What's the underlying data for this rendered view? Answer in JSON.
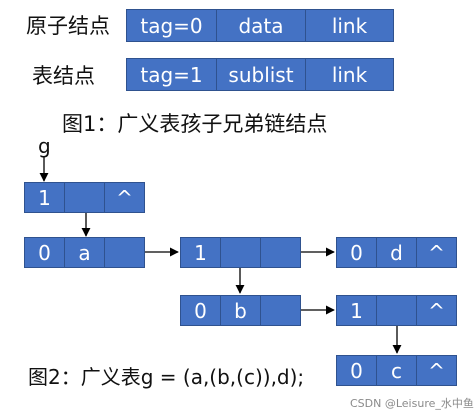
{
  "legend": {
    "atom_label": "原子结点",
    "atom_fields": [
      "tag=0",
      "data",
      "link"
    ],
    "list_label": "表结点",
    "list_fields": [
      "tag=1",
      "sublist",
      "link"
    ],
    "caption": "图1：广义表孩子兄弟链结点"
  },
  "diagram": {
    "head_pointer": "g",
    "nodes": {
      "root": [
        "1",
        "",
        "^"
      ],
      "a": [
        "0",
        "a",
        ""
      ],
      "sub1": [
        "1",
        "",
        ""
      ],
      "d": [
        "0",
        "d",
        "^"
      ],
      "b": [
        "0",
        "b",
        ""
      ],
      "sub2": [
        "1",
        "",
        "^"
      ],
      "c": [
        "0",
        "c",
        "^"
      ]
    },
    "caption": "图2：广义表g = (a,(b,(c)),d);"
  },
  "watermark": "CSDN @Leisure_水中鱼",
  "colors": {
    "node_fill": "#4472C4",
    "node_border": "#2F528F",
    "arrow": "#000000"
  }
}
